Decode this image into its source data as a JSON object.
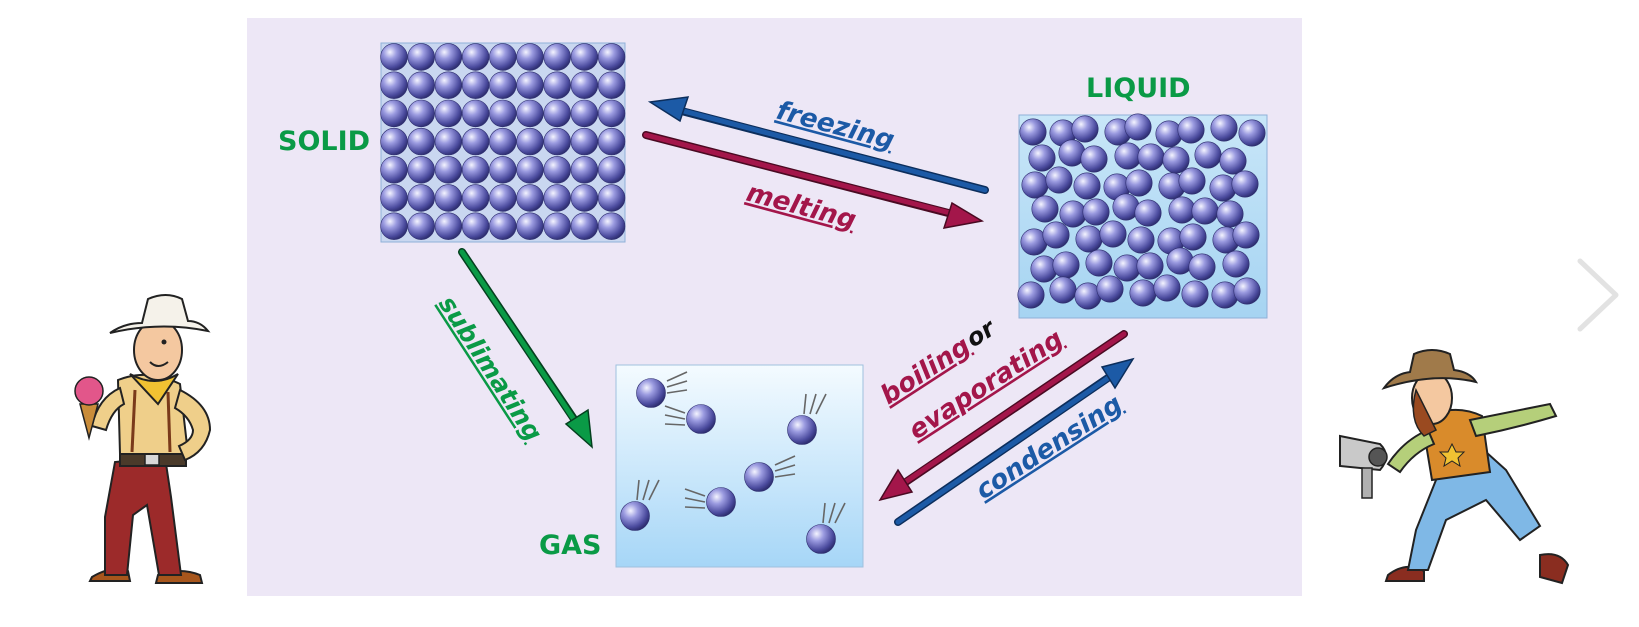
{
  "states": {
    "solid": "SOLID",
    "liquid": "LIQUID",
    "gas": "GAS"
  },
  "processes": {
    "freezing": "freezing",
    "melting": "melting",
    "sublimating": "sublimating",
    "boiling": "boiling",
    "or": "or",
    "evaporating": "evaporating",
    "condensing": "condensing"
  },
  "colors": {
    "panel_background": "#ede7f6",
    "state_label": "#0a9a46",
    "freezing": "#1c5aa6",
    "melting": "#a3164a",
    "sublimating": "#0a9a46",
    "evaporating": "#a3164a",
    "condensing": "#1c5aa6",
    "particle": "#5a5aa8",
    "liquid_box": "#b8def5",
    "gas_box": "#cfe9fb"
  },
  "icons": {
    "next": "chevron-right-icon",
    "left_figure": "cowboy-with-ice-cream-figure",
    "right_figure": "cowgirl-with-hair-dryer-figure"
  }
}
